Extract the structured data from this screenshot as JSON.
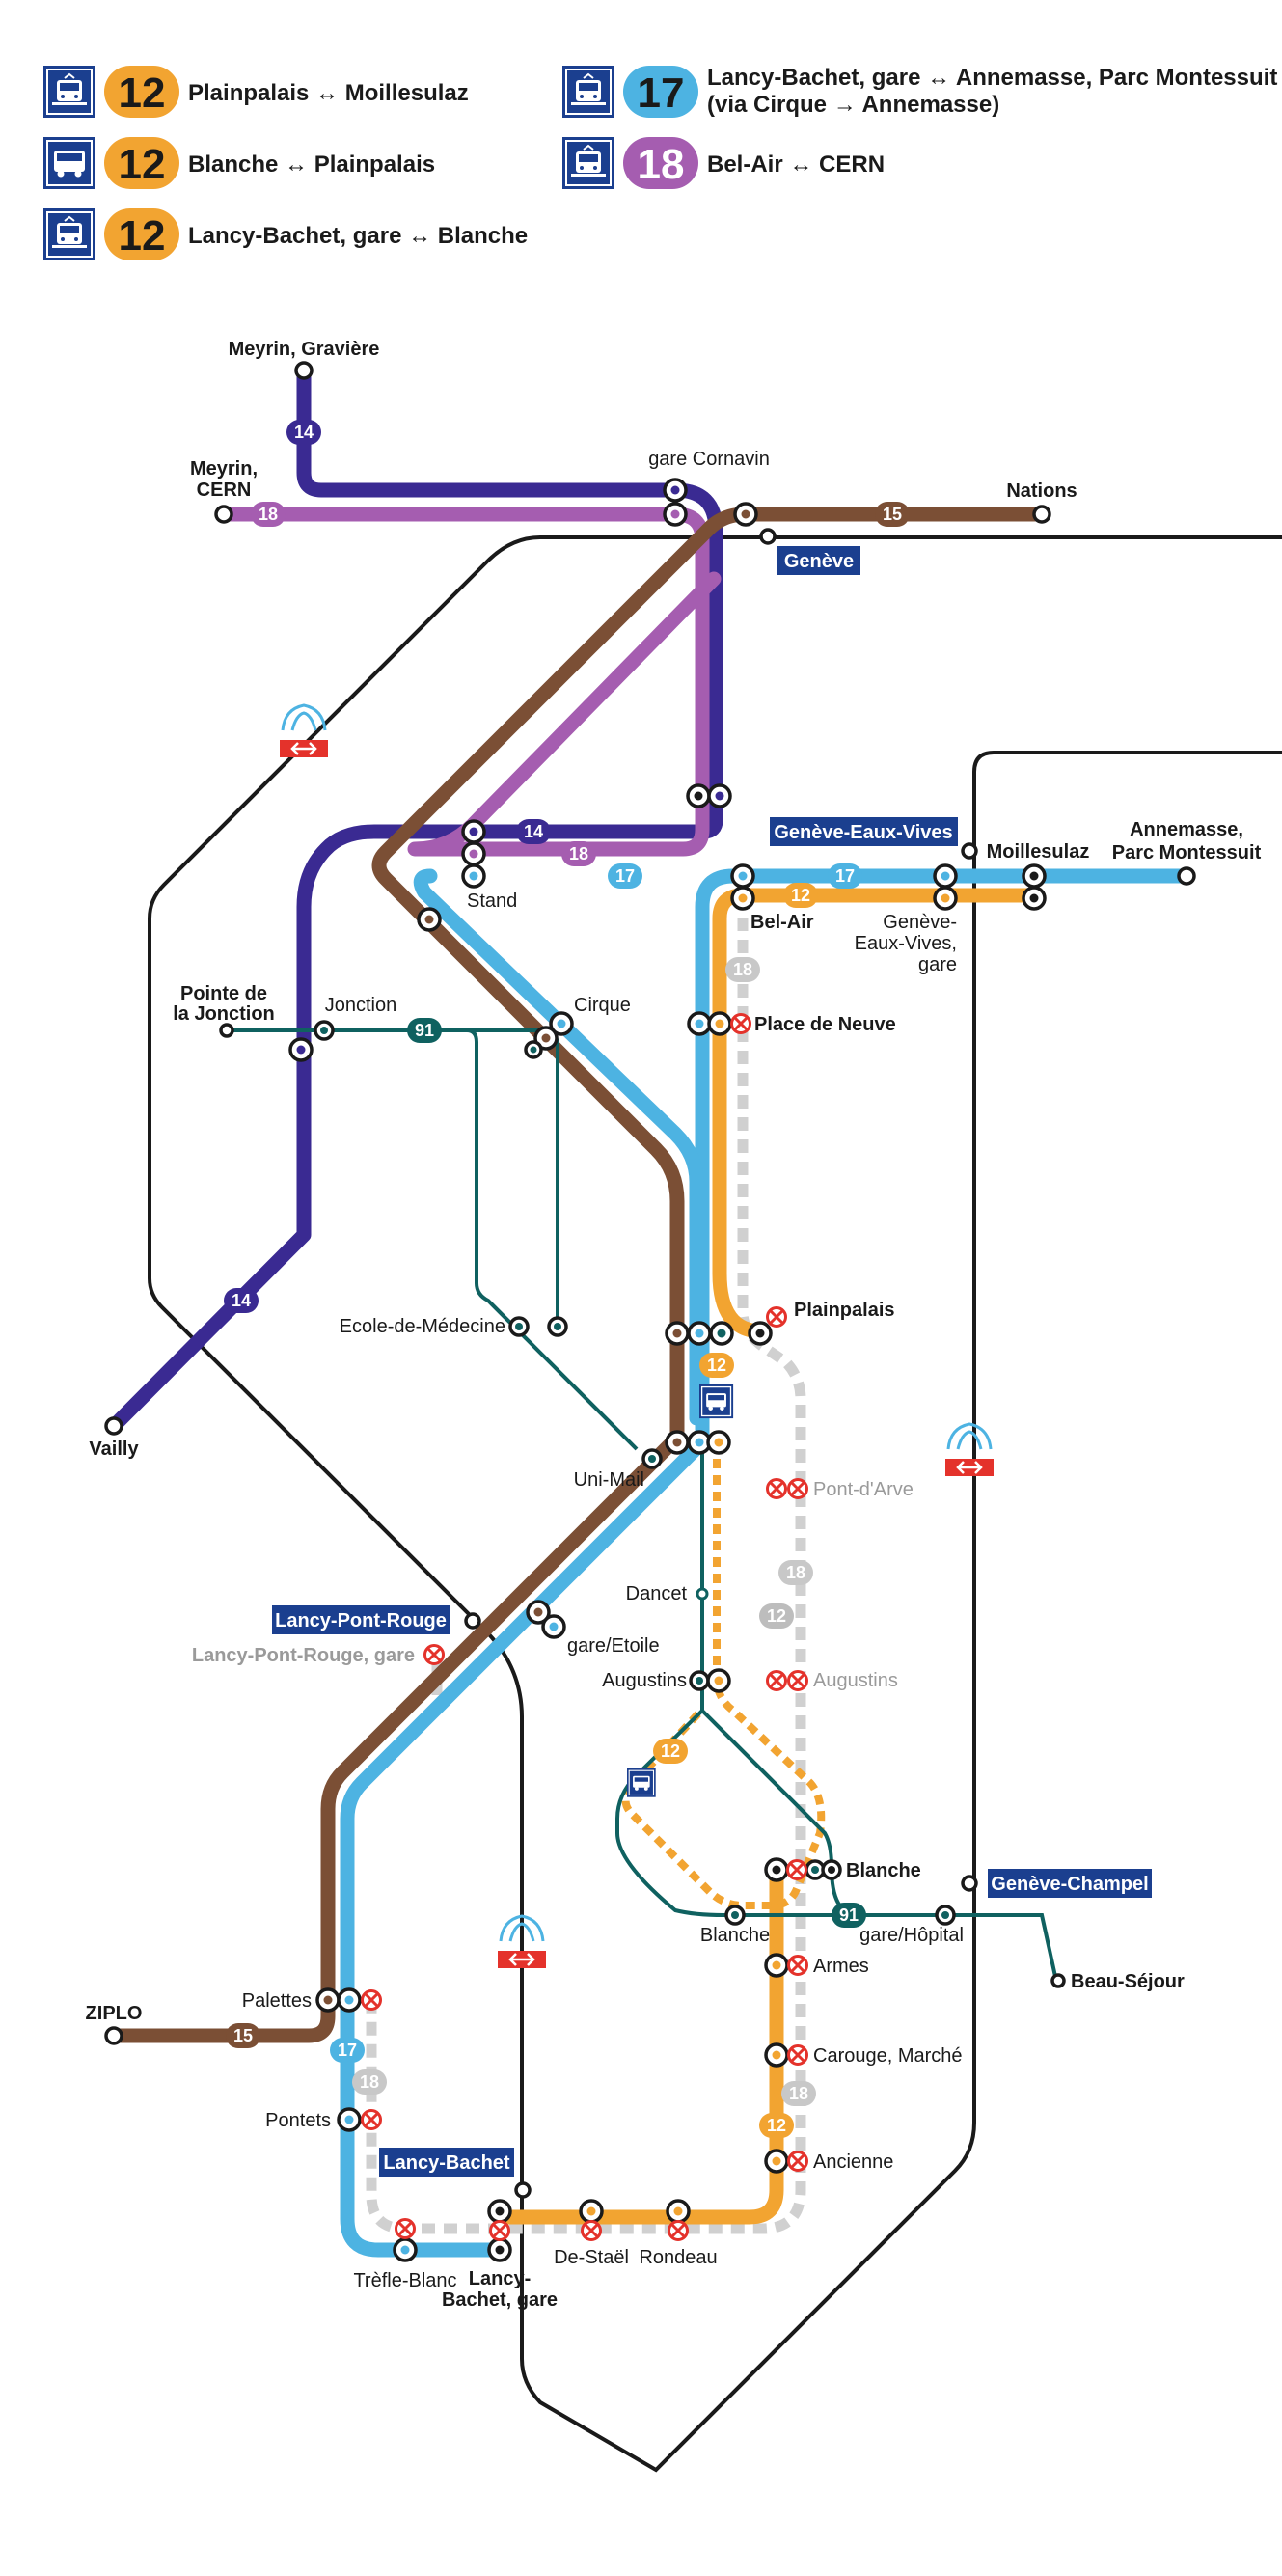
{
  "colors": {
    "line12": "#f2a431",
    "line14": "#3a2a92",
    "line15": "#7b4f35",
    "line17": "#4db3e2",
    "line18": "#a55db0",
    "line91": "#0f6160",
    "rail": "#1a1a1a",
    "disabled": "#d0d0d0",
    "station_box": "#1b3f8f",
    "sbb_red": "#e4322b"
  },
  "legend": [
    {
      "icon": "tram-icon",
      "line": "12",
      "text": "Plainpalais ↔ Moillesulaz"
    },
    {
      "icon": "bus-icon",
      "line": "12",
      "text": "Blanche ↔ Plainpalais"
    },
    {
      "icon": "tram-icon",
      "line": "12",
      "text": "Lancy-Bachet, gare ↔ Blanche"
    },
    {
      "icon": "tram-icon",
      "line": "17",
      "text": "Lancy-Bachet, gare ↔ Annemasse, Parc Montessuit",
      "text2": "(via Cirque → Annemasse)"
    },
    {
      "icon": "tram-icon",
      "line": "18",
      "text": "Bel-Air ↔ CERN"
    }
  ],
  "line_badges": {
    "l12": "12",
    "l14": "14",
    "l15": "15",
    "l17": "17",
    "l18": "18",
    "l91": "91"
  },
  "station_boxes": {
    "geneve": "Genève",
    "eaux_vives": "Genève-Eaux-Vives",
    "pont_rouge": "Lancy-Pont-Rouge",
    "champel": "Genève-Champel",
    "bachet": "Lancy-Bachet"
  },
  "stops": {
    "meyrin_graviere": "Meyrin, Gravière",
    "meyrin_cern_1": "Meyrin,",
    "meyrin_cern_2": "CERN",
    "gare_cornavin": "gare Cornavin",
    "nations": "Nations",
    "annemasse_1": "Annemasse,",
    "annemasse_2": "Parc Montessuit",
    "moillesulaz": "Moillesulaz",
    "bel_air": "Bel-Air",
    "geneve_ev_gare_1": "Genève-",
    "geneve_ev_gare_2": "Eaux-Vives,",
    "geneve_ev_gare_3": "gare",
    "stand": "Stand",
    "pointe_jonction_1": "Pointe de",
    "pointe_jonction_2": "la Jonction",
    "jonction": "Jonction",
    "cirque": "Cirque",
    "place_de_neuve": "Place de Neuve",
    "plainpalais": "Plainpalais",
    "ecole_medecine": "Ecole-de-Médecine",
    "uni_mail": "Uni-Mail",
    "pont_arve": "Pont-d'Arve",
    "dancet": "Dancet",
    "gare_etoile": "gare/Etoile",
    "pont_rouge_gare": "Lancy-Pont-Rouge, gare",
    "augustins_1": "Augustins",
    "augustins_2": "Augustins",
    "blanche_1": "Blanche",
    "blanche_2": "Blanche",
    "gare_hopital": "gare/Hôpital",
    "beau_sejour": "Beau-Séjour",
    "armes": "Armes",
    "carouge_marche": "Carouge, Marché",
    "ancienne": "Ancienne",
    "ziplo": "ZIPLO",
    "palettes": "Palettes",
    "pontets": "Pontets",
    "trefle_blanc": "Trèfle-Blanc",
    "bachet_gare_1": "Lancy-",
    "bachet_gare_2": "Bachet, gare",
    "de_stael": "De-Staël",
    "rondeau": "Rondeau",
    "vailly": "Vailly"
  },
  "icons": {
    "tram": "tram-icon",
    "bus": "bus-icon",
    "train": "train-icon",
    "closed_stop": "closed-stop-icon"
  }
}
